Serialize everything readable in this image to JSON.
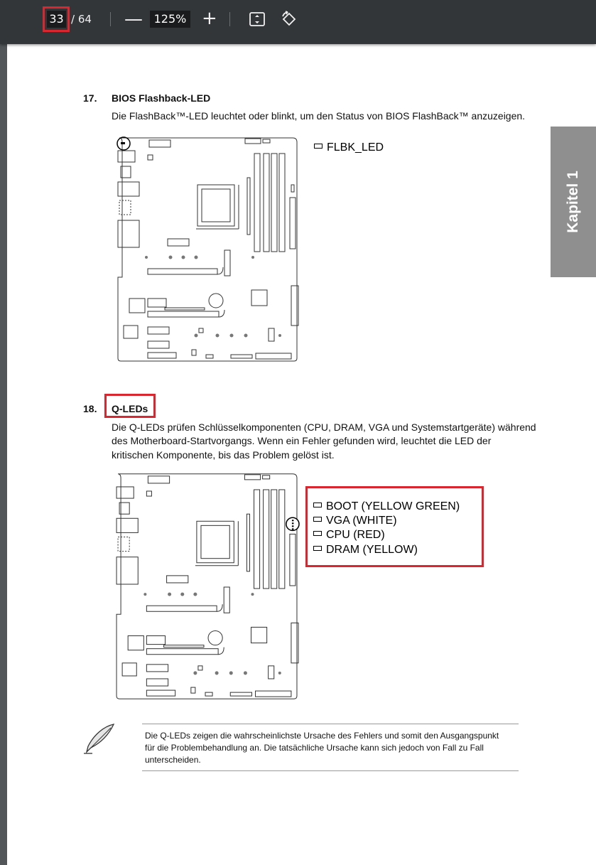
{
  "toolbar": {
    "current_page": "33",
    "total_pages": "/ 64",
    "zoom_out": "—",
    "zoom": "125%",
    "zoom_in": "+"
  },
  "document": {
    "side_tab": "Kapitel 1",
    "section17": {
      "number": "17.",
      "heading": "BIOS Flashback-LED",
      "body": "Die FlashBack™-LED leuchtet oder blinkt, um den Status von BIOS FlashBack™ anzuzeigen.",
      "led_label": "FLBK_LED"
    },
    "section18": {
      "number": "18.",
      "heading": "Q-LEDs",
      "body_lines": [
        "Die Q-LEDs prüfen Schlüsselkomponenten (CPU, DRAM, VGA und Systemstartgeräte) während",
        "des Motherboard-Startvorgangs. Wenn ein Fehler gefunden wird, leuchtet die LED der",
        "kritischen Komponente, bis das Problem gelöst ist."
      ],
      "led_labels": [
        "BOOT (YELLOW GREEN)",
        "VGA (WHITE)",
        "CPU (RED)",
        "DRAM (YELLOW)"
      ]
    },
    "note_lines": [
      "Die Q-LEDs zeigen die wahrscheinlichste Ursache des Fehlers und somit den Ausgangspunkt",
      "für die Problembehandlung an. Die tatsächliche Ursache kann sich jedoch von Fall zu Fall",
      "unterscheiden."
    ]
  },
  "colors": {
    "highlight": "#d9262f",
    "toolbar_bg": "#323639",
    "side_tab_bg": "#8f8f8f"
  }
}
